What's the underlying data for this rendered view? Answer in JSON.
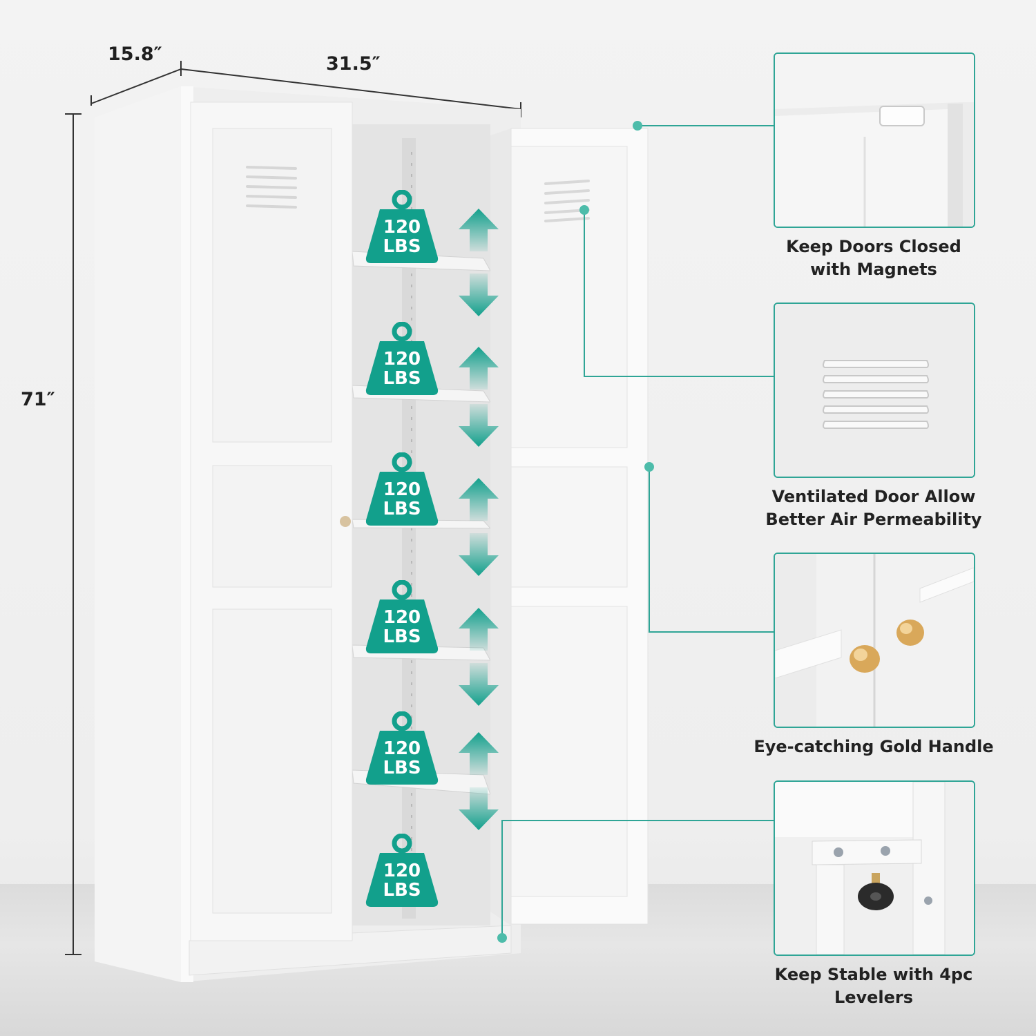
{
  "dimensions": {
    "depth": "15.8″",
    "width": "31.5″",
    "height": "71″"
  },
  "shelf_capacity": {
    "value": "120",
    "unit": "LBS",
    "count": 6
  },
  "features": [
    {
      "line1": "Keep Doors Closed",
      "line2": "with Magnets",
      "icon": "magnet-catch"
    },
    {
      "line1": "Ventilated Door Allow",
      "line2": "Better Air Permeability",
      "icon": "vent-louvers"
    },
    {
      "line1": "Eye-catching Gold Handle",
      "line2": "",
      "icon": "gold-knob"
    },
    {
      "line1": "Keep Stable with 4pc",
      "line2": "Levelers",
      "icon": "leveling-foot"
    }
  ],
  "colors": {
    "accent": "#12a08c",
    "callout_line": "#2fa596",
    "knob": "#d9a85a",
    "cabinet": "#f7f7f7"
  }
}
